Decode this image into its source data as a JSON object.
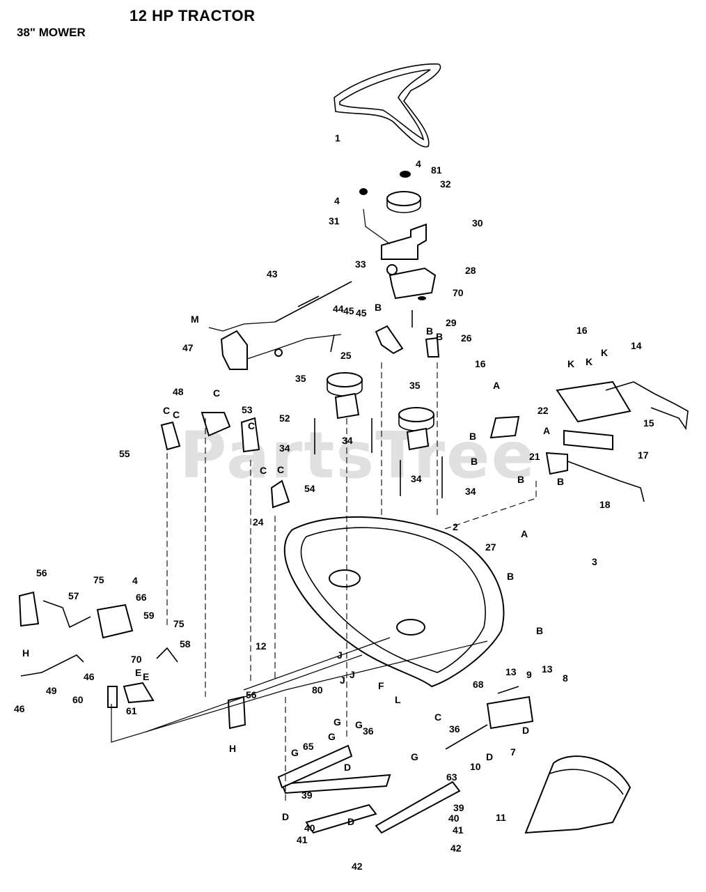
{
  "header": {
    "title": "12 HP TRACTOR",
    "subtitle": "38\" MOWER"
  },
  "watermark": "PartsTree",
  "callouts": [
    {
      "text": "1"
    },
    {
      "text": "4"
    },
    {
      "text": "81"
    },
    {
      "text": "4"
    },
    {
      "text": "32"
    },
    {
      "text": "31"
    },
    {
      "text": "30"
    },
    {
      "text": "33"
    },
    {
      "text": "28"
    },
    {
      "text": "70"
    },
    {
      "text": "43"
    },
    {
      "text": "29"
    },
    {
      "text": "M"
    },
    {
      "text": "44"
    },
    {
      "text": "45"
    },
    {
      "text": "B"
    },
    {
      "text": "45"
    },
    {
      "text": "47"
    },
    {
      "text": "B"
    },
    {
      "text": "B"
    },
    {
      "text": "26"
    },
    {
      "text": "25"
    },
    {
      "text": "16"
    },
    {
      "text": "K"
    },
    {
      "text": "14"
    },
    {
      "text": "K"
    },
    {
      "text": "K"
    },
    {
      "text": "48"
    },
    {
      "text": "C"
    },
    {
      "text": "35"
    },
    {
      "text": "35"
    },
    {
      "text": "16"
    },
    {
      "text": "A"
    },
    {
      "text": "22"
    },
    {
      "text": "15"
    },
    {
      "text": "C"
    },
    {
      "text": "C"
    },
    {
      "text": "53"
    },
    {
      "text": "C"
    },
    {
      "text": "52"
    },
    {
      "text": "55"
    },
    {
      "text": "34"
    },
    {
      "text": "34"
    },
    {
      "text": "B"
    },
    {
      "text": "A"
    },
    {
      "text": "21"
    },
    {
      "text": "17"
    },
    {
      "text": "B"
    },
    {
      "text": "34"
    },
    {
      "text": "B"
    },
    {
      "text": "B"
    },
    {
      "text": "C"
    },
    {
      "text": "C"
    },
    {
      "text": "34"
    },
    {
      "text": "54"
    },
    {
      "text": "18"
    },
    {
      "text": "24"
    },
    {
      "text": "2"
    },
    {
      "text": "A"
    },
    {
      "text": "27"
    },
    {
      "text": "3"
    },
    {
      "text": "56"
    },
    {
      "text": "75"
    },
    {
      "text": "4"
    },
    {
      "text": "B"
    },
    {
      "text": "57"
    },
    {
      "text": "66"
    },
    {
      "text": "59"
    },
    {
      "text": "75"
    },
    {
      "text": "B"
    },
    {
      "text": "58"
    },
    {
      "text": "12"
    },
    {
      "text": "H"
    },
    {
      "text": "70"
    },
    {
      "text": "J"
    },
    {
      "text": "46"
    },
    {
      "text": "J"
    },
    {
      "text": "E"
    },
    {
      "text": "E"
    },
    {
      "text": "68"
    },
    {
      "text": "13"
    },
    {
      "text": "9"
    },
    {
      "text": "13"
    },
    {
      "text": "8"
    },
    {
      "text": "49"
    },
    {
      "text": "F"
    },
    {
      "text": "60"
    },
    {
      "text": "J"
    },
    {
      "text": "61"
    },
    {
      "text": "46"
    },
    {
      "text": "80"
    },
    {
      "text": "56"
    },
    {
      "text": "L"
    },
    {
      "text": "G"
    },
    {
      "text": "G"
    },
    {
      "text": "36"
    },
    {
      "text": "36"
    },
    {
      "text": "C"
    },
    {
      "text": "D"
    },
    {
      "text": "D"
    },
    {
      "text": "7"
    },
    {
      "text": "H"
    },
    {
      "text": "65"
    },
    {
      "text": "G"
    },
    {
      "text": "G"
    },
    {
      "text": "G"
    },
    {
      "text": "10"
    },
    {
      "text": "D"
    },
    {
      "text": "63"
    },
    {
      "text": "D"
    },
    {
      "text": "39"
    },
    {
      "text": "39"
    },
    {
      "text": "D"
    },
    {
      "text": "40"
    },
    {
      "text": "11"
    },
    {
      "text": "40"
    },
    {
      "text": "41"
    },
    {
      "text": "41"
    },
    {
      "text": "42"
    },
    {
      "text": "42"
    }
  ]
}
